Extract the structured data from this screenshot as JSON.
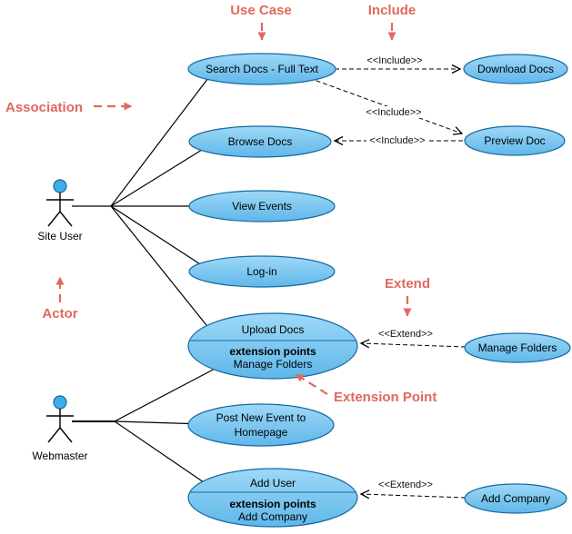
{
  "colors": {
    "use_case_fill_top": "#9ED8F7",
    "use_case_fill_bottom": "#5FB7EA",
    "use_case_stroke": "#16699F",
    "annotation_red": "#E0695E",
    "connector_black": "#000000",
    "actor_head_fill": "#3FAEE8",
    "background": "#FFFFFF"
  },
  "annotations": {
    "use_case": "Use Case",
    "include": "Include",
    "association": "Association",
    "actor": "Actor",
    "extend": "Extend",
    "extension_point": "Extension Point"
  },
  "actors": [
    {
      "name": "Site User"
    },
    {
      "name": "Webmaster"
    }
  ],
  "use_cases": {
    "search_docs": {
      "label": "Search Docs - Full Text"
    },
    "browse_docs": {
      "label": "Browse Docs"
    },
    "view_events": {
      "label": "View Events"
    },
    "login": {
      "label": "Log-in"
    },
    "upload_docs": {
      "label": "Upload Docs",
      "section_header": "extension points",
      "extension_point": "Manage Folders"
    },
    "post_new_event": {
      "line1": "Post New Event to",
      "line2": "Homepage"
    },
    "add_user": {
      "label": "Add User",
      "section_header": "extension points",
      "extension_point": "Add Company"
    },
    "download_docs": {
      "label": "Download Docs"
    },
    "preview_doc": {
      "label": "Preview Doc"
    },
    "manage_folders": {
      "label": "Manage Folders"
    },
    "add_company": {
      "label": "Add Company"
    }
  },
  "relationships": [
    {
      "type": "include",
      "label": "<<Include>>",
      "from": "Search Docs - Full Text",
      "to": "Download Docs"
    },
    {
      "type": "include",
      "label": "<<Include>>",
      "from": "Search Docs - Full Text",
      "to": "Preview Doc"
    },
    {
      "type": "include",
      "label": "<<Include>>",
      "from": "Preview Doc",
      "to": "Browse Docs"
    },
    {
      "type": "extend",
      "label": "<<Extend>>",
      "from": "Manage Folders",
      "to": "Upload Docs"
    },
    {
      "type": "extend",
      "label": "<<Extend>>",
      "from": "Add Company",
      "to": "Add User"
    }
  ]
}
